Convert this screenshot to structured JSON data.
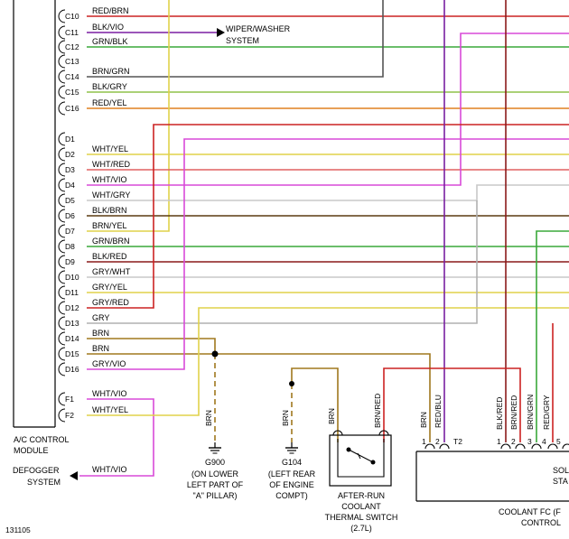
{
  "module_ac": {
    "line1": "A/C CONTROL",
    "line2": "MODULE"
  },
  "pins": [
    {
      "pin": "C10",
      "wire": "RED/BRN"
    },
    {
      "pin": "C11",
      "wire": "BLK/VIO"
    },
    {
      "pin": "C12",
      "wire": "GRN/BLK"
    },
    {
      "pin": "C13",
      "wire": ""
    },
    {
      "pin": "C14",
      "wire": "BRN/GRN"
    },
    {
      "pin": "C15",
      "wire": "BLK/GRY"
    },
    {
      "pin": "C16",
      "wire": "RED/YEL"
    },
    {
      "pin": "D1",
      "wire": ""
    },
    {
      "pin": "D2",
      "wire": "WHT/YEL"
    },
    {
      "pin": "D3",
      "wire": "WHT/RED"
    },
    {
      "pin": "D4",
      "wire": "WHT/VIO"
    },
    {
      "pin": "D5",
      "wire": "WHT/GRY"
    },
    {
      "pin": "D6",
      "wire": "BLK/BRN"
    },
    {
      "pin": "D7",
      "wire": "BRN/YEL"
    },
    {
      "pin": "D8",
      "wire": "GRN/BRN"
    },
    {
      "pin": "D9",
      "wire": "BLK/RED"
    },
    {
      "pin": "D10",
      "wire": "GRY/WHT"
    },
    {
      "pin": "D11",
      "wire": "GRY/YEL"
    },
    {
      "pin": "D12",
      "wire": "GRY/RED"
    },
    {
      "pin": "D13",
      "wire": "GRY"
    },
    {
      "pin": "D14",
      "wire": "BRN"
    },
    {
      "pin": "D15",
      "wire": "BRN"
    },
    {
      "pin": "D16",
      "wire": "GRY/VIO"
    },
    {
      "pin": "F1",
      "wire": "WHT/VIO"
    },
    {
      "pin": "F2",
      "wire": "WHT/YEL"
    }
  ],
  "wiper": {
    "line1": "WIPER/WASHER",
    "line2": "SYSTEM"
  },
  "defogger": {
    "line1": "DEFOGGER",
    "line2": "SYSTEM",
    "wire": "WHT/VIO"
  },
  "g900": {
    "wire": "BRN",
    "name": "G900",
    "line1": "(ON LOWER",
    "line2": "LEFT PART OF",
    "line3": "\"A\" PILLAR)"
  },
  "g104": {
    "wire": "BRN",
    "name": "G104",
    "line1": "(LEFT REAR",
    "line2": "OF ENGINE",
    "line3": "COMPT)"
  },
  "switch": {
    "wire1": "BRN",
    "wire2": "BRN/RED",
    "line1": "AFTER-RUN",
    "line2": "COOLANT",
    "line3": "THERMAL SWITCH",
    "line4": "(2.7L)"
  },
  "t2": {
    "wire1": "BRN",
    "wire2": "RED/BLU",
    "pin1": "1",
    "pin2": "2",
    "name": "T2"
  },
  "coolant": {
    "wires": [
      "BLK/RED",
      "BRN/RED",
      "BRN/GRN",
      "RED/GRY"
    ],
    "pins": [
      "1",
      "2",
      "3",
      "4",
      "5"
    ],
    "line1": "COOLANT FC (F",
    "line2": "CONTROL",
    "box1": "SOL",
    "box2": "STA"
  },
  "ref": "131105",
  "colors": {
    "red": "#cc2222",
    "brown": "#a0781e",
    "violet": "#7a1fa2",
    "green": "#3aa83a",
    "yellow": "#e0d24a",
    "gray": "#b0b0b0",
    "dark": "#555555",
    "orange": "#e08020",
    "magenta": "#d84ad8",
    "blkred": "#8a1a1a",
    "blkbrn": "#5a3a10",
    "white": "#c8c8c8"
  }
}
